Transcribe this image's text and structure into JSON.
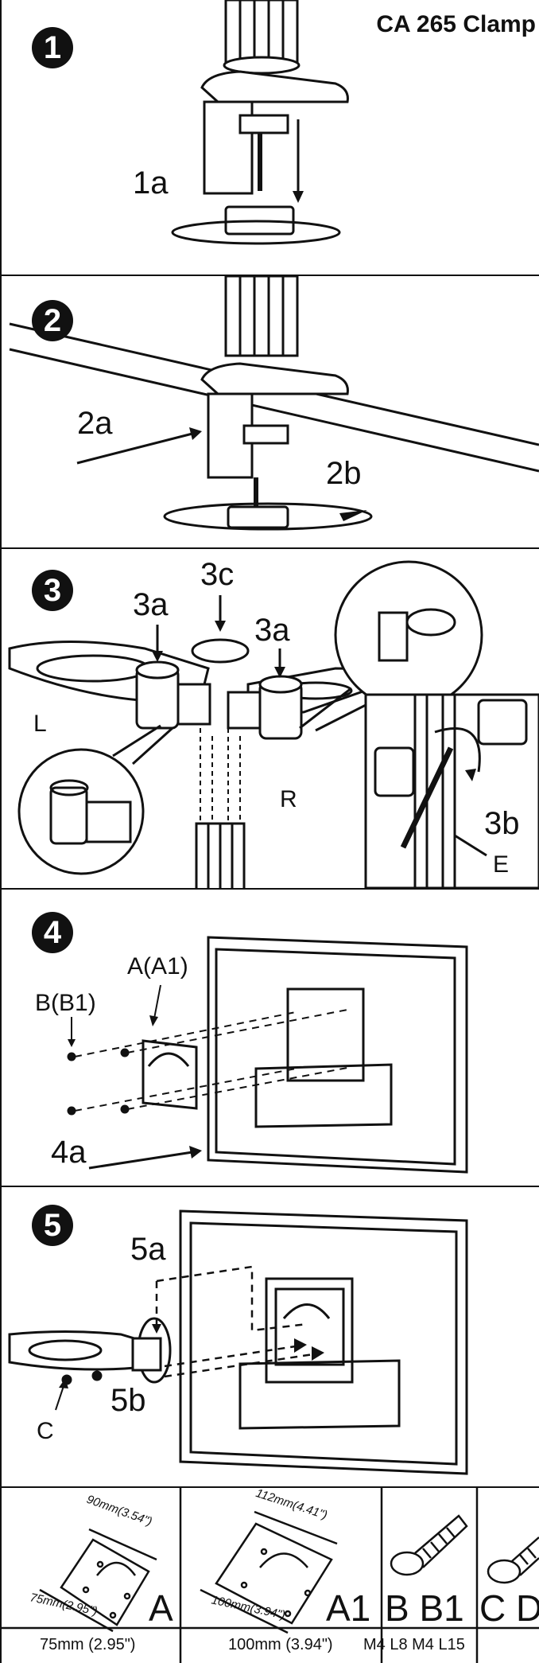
{
  "title": "CA 265 Clamp",
  "steps": [
    {
      "number": "1",
      "labels": [
        "1a"
      ]
    },
    {
      "number": "2",
      "labels": [
        "2a",
        "2b"
      ]
    },
    {
      "number": "3",
      "labels": [
        "3a",
        "3c",
        "3a",
        "L",
        "R",
        "3b",
        "E"
      ]
    },
    {
      "number": "4",
      "labels": [
        "A(A1)",
        "B(B1)",
        "4a"
      ]
    },
    {
      "number": "5",
      "labels": [
        "5a",
        "5b",
        "C"
      ]
    }
  ],
  "parts": {
    "plate_a": {
      "letter": "A",
      "dim_top": "90mm(3.54\")",
      "dim_bottom": "75mm(2.95\")"
    },
    "plate_a1": {
      "letter": "A1",
      "dim_top": "112mm(4.41\")",
      "dim_bottom": "100mm(3.94\")"
    },
    "screw_b": {
      "letters": "B B1"
    },
    "screw_c": {
      "letters": "C D"
    }
  },
  "footer": {
    "col1": "75mm (2.95\")",
    "col2": "100mm (3.94\")",
    "col3": "M4 L8 M4 L15"
  }
}
